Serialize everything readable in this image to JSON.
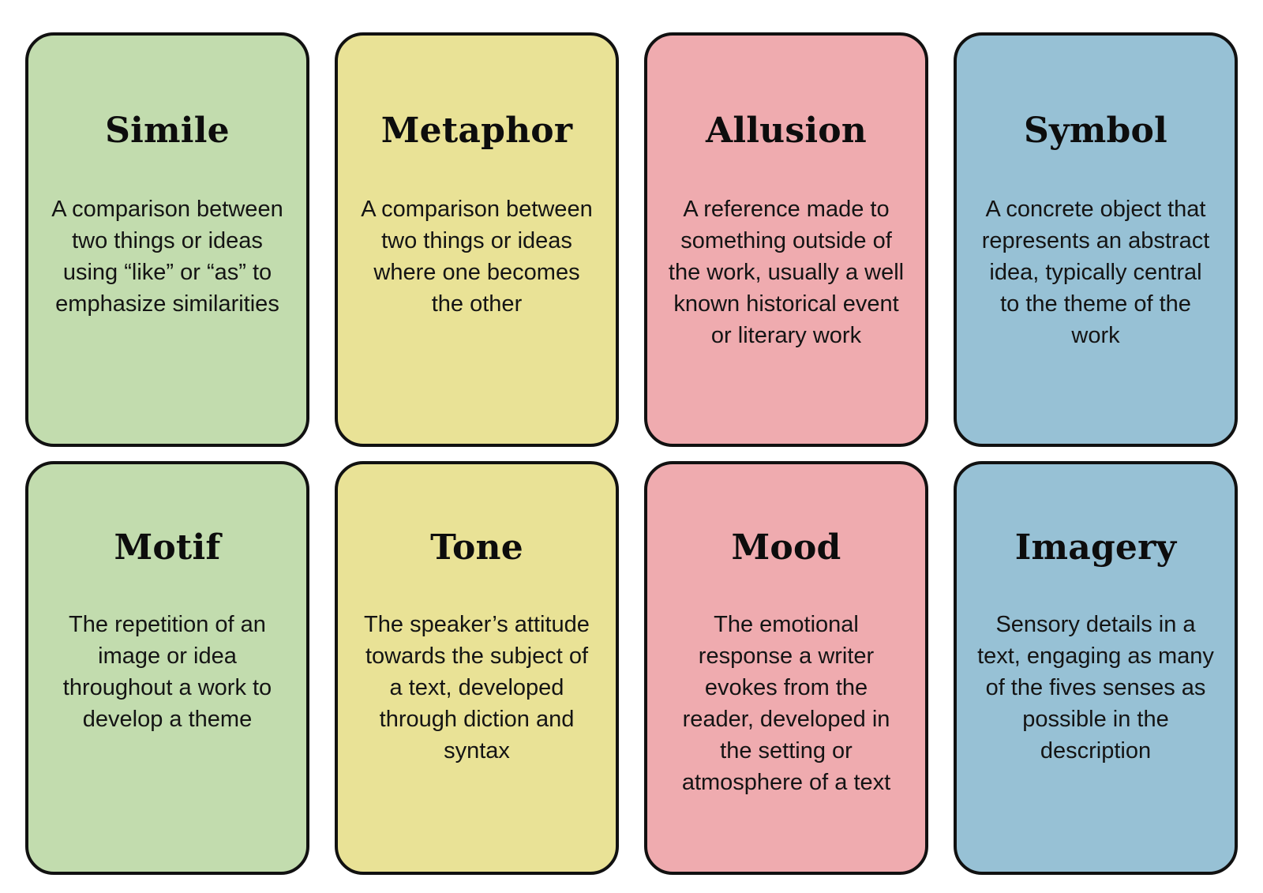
{
  "page": {
    "background_color": "#ffffff",
    "border_color": "#111111",
    "text_color": "#141414",
    "title_color": "#0d0d0d"
  },
  "palette": {
    "green": "#C2DCAE",
    "yellow": "#E9E296",
    "pink": "#EFABAF",
    "blue": "#97C1D5"
  },
  "cards": [
    {
      "title": "Simile",
      "body": "A comparison between two things or ideas using “like” or “as” to emphasize similarities",
      "color": "#C2DCAE",
      "color_name": "green",
      "row": 1,
      "column": 1
    },
    {
      "title": "Metaphor",
      "body": "A comparison between two things or ideas where one becomes the other",
      "color": "#E9E296",
      "color_name": "yellow",
      "row": 1,
      "column": 2
    },
    {
      "title": "Allusion",
      "body": "A reference made to something outside of the work, usually a well known historical event or literary work",
      "color": "#EFABAF",
      "color_name": "pink",
      "row": 1,
      "column": 3
    },
    {
      "title": "Symbol",
      "body": "A concrete object that represents an abstract idea, typically central to the theme of the work",
      "color": "#97C1D5",
      "color_name": "blue",
      "row": 1,
      "column": 4
    },
    {
      "title": "Motif",
      "body": "The repetition of an image or idea throughout a work to develop a theme",
      "color": "#C2DCAE",
      "color_name": "green",
      "row": 2,
      "column": 1
    },
    {
      "title": "Tone",
      "body": "The speaker’s attitude towards the subject of a text, developed through diction and syntax",
      "color": "#E9E296",
      "color_name": "yellow",
      "row": 2,
      "column": 2
    },
    {
      "title": "Mood",
      "body": "The emotional response a writer evokes from the reader, developed in the setting or atmosphere of a text",
      "color": "#EFABAF",
      "color_name": "pink",
      "row": 2,
      "column": 3
    },
    {
      "title": "Imagery",
      "body": "Sensory details in a text, engaging as many of the fives senses as possible in the description",
      "color": "#97C1D5",
      "color_name": "blue",
      "row": 2,
      "column": 4
    }
  ]
}
